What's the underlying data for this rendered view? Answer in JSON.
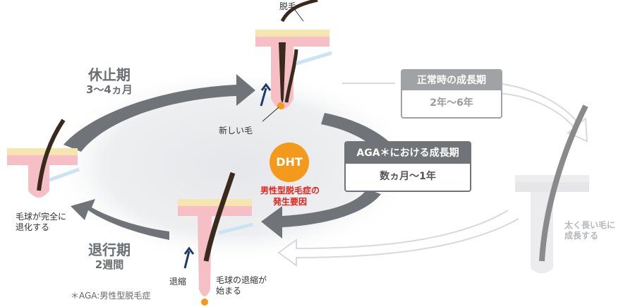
{
  "labels": {
    "shedding": "脱毛",
    "new_hair": "新しい毛",
    "bulb_regressed": "毛球が完全に\n退化する",
    "shrink": "退縮",
    "bulb_shrinking": "毛球の退縮が\n始まる",
    "grows_long": "太く長い毛に\n成長する",
    "footnote": "＊AGA:男性型脱毛症"
  },
  "phases": {
    "telogen": {
      "title": "休止期",
      "duration": "3〜4ヵ月"
    },
    "catagen": {
      "title": "退行期",
      "duration": "2週間"
    }
  },
  "boxes": {
    "normal": {
      "title": "正常時の成長期",
      "value": "2年〜6年"
    },
    "aga": {
      "title": "AGA＊における成長期",
      "value": "数ヵ月〜1年"
    }
  },
  "dht": {
    "label": "DHT",
    "caption": "男性型脱毛症の\n発生要因"
  },
  "colors": {
    "arrow_gray": "#707478",
    "cycle_shade": "#e6e7ea",
    "skin_pink": "#f6bfc6",
    "skin_yellow": "#f7e5b0",
    "hair_dark": "#3a2a1e",
    "accent_orange": "#f39a1c",
    "cause_red": "#e2231a",
    "navy": "#1c3a6b"
  }
}
